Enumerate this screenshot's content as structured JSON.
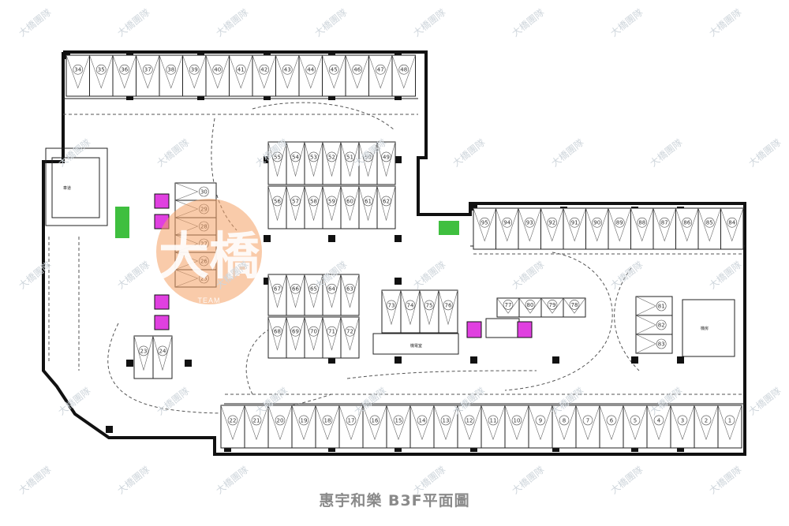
{
  "watermark": "大橋團隊",
  "logo": {
    "text": "大橋",
    "sub": "TEAM"
  },
  "caption": "惠宇和樂 B3F平面圖",
  "colors": {
    "wall": "#111111",
    "elevator": "#e040e0",
    "stair": "#3fbf3f",
    "logo": "#f4a064"
  },
  "stalls": {
    "top_row": [
      "34",
      "35",
      "36",
      "37",
      "38",
      "39",
      "40",
      "41",
      "42",
      "43",
      "44",
      "45",
      "46",
      "47",
      "48"
    ],
    "center_top_a": [
      "55",
      "54",
      "53",
      "52",
      "51",
      "50",
      "49"
    ],
    "center_top_b": [
      "56",
      "57",
      "58",
      "59",
      "60",
      "61",
      "62"
    ],
    "left_column": [
      "30",
      "29",
      "28",
      "27",
      "26",
      "25"
    ],
    "left_bottom": [
      "23",
      "24"
    ],
    "center_mid_a": [
      "67",
      "66",
      "65",
      "64",
      "63"
    ],
    "center_mid_b": [
      "68",
      "69",
      "70",
      "71",
      "72"
    ],
    "center_mid_c": [
      "73",
      "74",
      "75",
      "76"
    ],
    "center_right": [
      "77",
      "80",
      "79",
      "78"
    ],
    "right_top": [
      "95",
      "94",
      "93",
      "92",
      "91",
      "90",
      "89",
      "88",
      "87",
      "86",
      "85",
      "84"
    ],
    "right_island": [
      "81",
      "82",
      "83"
    ],
    "bottom_row": [
      "22",
      "21",
      "20",
      "19",
      "18",
      "17",
      "16",
      "15",
      "14",
      "13",
      "12",
      "11",
      "10",
      "9",
      "8",
      "7",
      "6",
      "5",
      "4",
      "3",
      "2",
      "1"
    ]
  },
  "rooms": {
    "left_ramp": "車道",
    "right_room": "機房",
    "center_room": "機電室"
  }
}
